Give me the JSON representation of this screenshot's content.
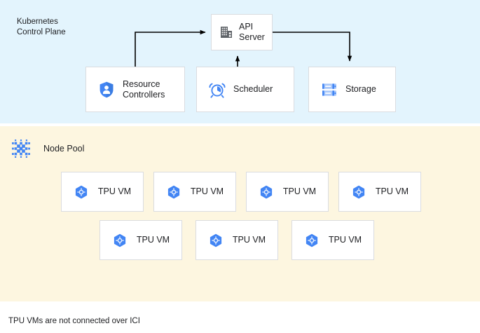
{
  "diagram": {
    "caption": "TPU VMs are not connected over ICI",
    "colors": {
      "control_plane_band": "#e3f4fd",
      "node_pool_band": "#fdf6e0",
      "box_fill": "#ffffff",
      "box_border": "#dadce0",
      "accent_blue": "#4285f4",
      "icon_gray": "#5f6368",
      "text": "#202124",
      "connector": "#000000"
    },
    "zones": [
      {
        "id": "control-plane",
        "title": "Kubernetes\nControl Plane",
        "icon": ""
      },
      {
        "id": "node-pool",
        "title": "Node Pool",
        "icon": "tpu-pod-dots-icon"
      }
    ],
    "control_plane_nodes": [
      {
        "id": "api-server",
        "label": "API\nServer",
        "icon": "building-icon"
      },
      {
        "id": "resource-controllers",
        "label": "Resource\nControllers",
        "icon": "shield-person-icon"
      },
      {
        "id": "scheduler",
        "label": "Scheduler",
        "icon": "alarm-clock-icon"
      },
      {
        "id": "storage",
        "label": "Storage",
        "icon": "server-rack-icon"
      }
    ],
    "node_pool_rows": [
      {
        "row": 1,
        "nodes": [
          {
            "id": "tpu-vm-1",
            "label": "TPU VM",
            "icon": "hexagon-gear-icon"
          },
          {
            "id": "tpu-vm-2",
            "label": "TPU VM",
            "icon": "hexagon-gear-icon"
          },
          {
            "id": "tpu-vm-3",
            "label": "TPU VM",
            "icon": "hexagon-gear-icon"
          },
          {
            "id": "tpu-vm-4",
            "label": "TPU VM",
            "icon": "hexagon-gear-icon"
          }
        ]
      },
      {
        "row": 2,
        "nodes": [
          {
            "id": "tpu-vm-5",
            "label": "TPU VM",
            "icon": "hexagon-gear-icon"
          },
          {
            "id": "tpu-vm-6",
            "label": "TPU VM",
            "icon": "hexagon-gear-icon"
          },
          {
            "id": "tpu-vm-7",
            "label": "TPU VM",
            "icon": "hexagon-gear-icon"
          }
        ]
      }
    ],
    "connectors": [
      {
        "id": "rc-to-api",
        "from": "resource-controllers",
        "to": "api-server",
        "style": "elbow-up-right",
        "arrow": "to"
      },
      {
        "id": "scheduler-to-api",
        "from": "scheduler",
        "to": "api-server",
        "style": "straight-up",
        "arrow": "to"
      },
      {
        "id": "api-to-storage",
        "from": "api-server",
        "to": "storage",
        "style": "elbow-right-down",
        "arrow": "to"
      }
    ]
  }
}
